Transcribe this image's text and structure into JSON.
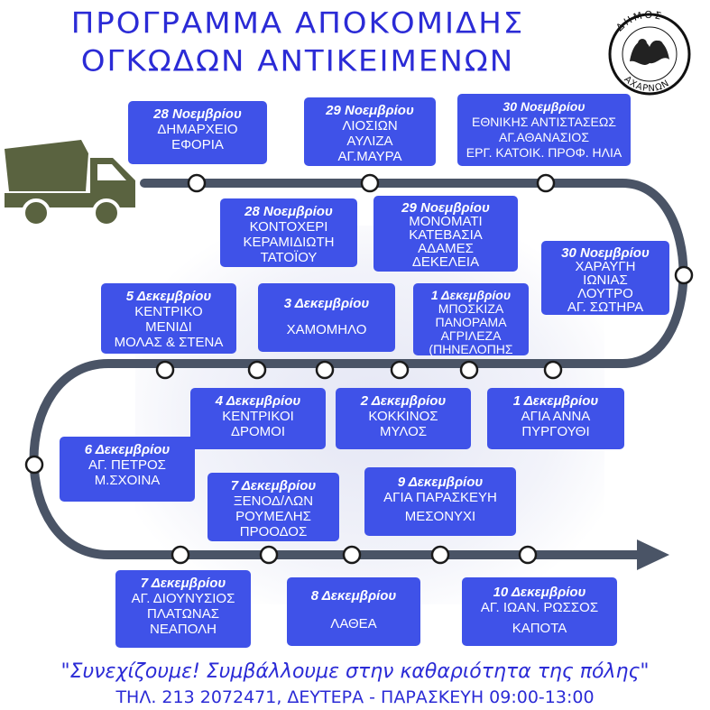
{
  "title": {
    "line1": "ΠΡΟΓΡΑΜΜΑ ΑΠΟΚΟΜΙΔΗΣ",
    "line2": "ΟΓΚΩΔΩΝ ΑΝΤΙΚΕΙΜΕΝΩΝ"
  },
  "logo": {
    "text": "ΔΗΜΟΣ ΑΧΑΡΝΩΝ",
    "icon": "municipality-seal"
  },
  "colors": {
    "accent": "#3f52e8",
    "title": "#2b2bd6",
    "road": "#4a5466",
    "truck": "#5a6340"
  },
  "schedule": [
    {
      "date": "28 Νοεμβρίου",
      "places": [
        "ΔΗΜΑΡΧΕΙΟ",
        "ΕΦΟΡΙΑ"
      ]
    },
    {
      "date": "29 Νοεμβρίου",
      "places": [
        "ΛΙΟΣΙΩΝ",
        "ΑΥΛΙΖΑ",
        "ΑΓ.ΜΑΥΡΑ"
      ]
    },
    {
      "date": "30 Νοεμβρίου",
      "places": [
        "ΕΘΝΙΚΗΣ ΑΝΤΙΣΤΑΣΕΩΣ",
        "ΑΓ.ΑΘΑΝΑΣΙΟΣ",
        "ΕΡΓ. ΚΑΤΟΙΚ. ΠΡΟΦ. ΗΛΙΑ"
      ]
    },
    {
      "date": "28 Νοεμβρίου",
      "places": [
        "ΚΟΝΤΟΧΕΡΙ",
        "ΚΕΡΑΜΙΔΙΩΤΗ",
        "ΤΑΤΟΪΟΥ"
      ]
    },
    {
      "date": "29 Νοεμβρίου",
      "places": [
        "ΜΟΝΟΜΑΤΙ",
        "ΚΑΤΕΒΑΣΙΑ",
        "ΑΔΑΜΕΣ",
        "ΔΕΚΕΛΕΙΑ"
      ]
    },
    {
      "date": "30 Νοεμβρίου",
      "places": [
        "ΧΑΡΑΥΓΗ",
        "ΙΩΝΙΑΣ",
        "ΛΟΥΤΡΟ",
        "ΑΓ. ΣΩΤΗΡΑ"
      ]
    },
    {
      "date": "5 Δεκεμβρίου",
      "places": [
        "ΚΕΝΤΡΙΚΟ",
        "ΜΕΝΙΔΙ",
        "ΜΟΛΑΣ & ΣΤΕΝΑ"
      ]
    },
    {
      "date": "3 Δεκεμβρίου",
      "places": [
        "ΧΑΜΟΜΗΛΟ"
      ]
    },
    {
      "date": "1 Δεκεμβρίου",
      "places": [
        "ΜΠΟΣΚΙΖΑ",
        "ΠΑΝΟΡΑΜΑ",
        "ΑΓΡΙΛΕΖΑ",
        "(ΠΗΝΕΛΟΠΗΣ"
      ]
    },
    {
      "date": "4 Δεκεμβρίου",
      "places": [
        "ΚΕΝΤΡΙΚΟΙ",
        "ΔΡΟΜΟΙ"
      ]
    },
    {
      "date": "2 Δεκεμβρίου",
      "places": [
        "ΚΟΚΚΙΝΟΣ",
        "ΜΥΛΟΣ"
      ]
    },
    {
      "date": "1 Δεκεμβρίου",
      "places": [
        "ΑΓΙΑ ΑΝΝΑ",
        "ΠΥΡΓΟΥΘΙ"
      ]
    },
    {
      "date": "6 Δεκεμβρίου",
      "places": [
        "ΑΓ. ΠΕΤΡΟΣ",
        "Μ.ΣΧΟΙΝΑ"
      ]
    },
    {
      "date": "7 Δεκεμβρίου",
      "places": [
        "ΞΕΝΟΔ/ΛΩΝ",
        "ΡΟΥΜΕΛΗΣ",
        "ΠΡΟΟΔΟΣ"
      ]
    },
    {
      "date": "9 Δεκεμβρίου",
      "places": [
        "ΑΓΙΑ ΠΑΡΑΣΚΕΥΗ",
        "ΜΕΣΟΝΥΧΙ"
      ]
    },
    {
      "date": "7 Δεκεμβρίου",
      "places": [
        "ΑΓ. ΔΙΟΥΝΥΣΙΟΣ",
        "ΠΛΑΤΩΝΑΣ",
        "ΝΕΑΠΟΛΗ"
      ]
    },
    {
      "date": "8 Δεκεμβρίου",
      "places": [
        "ΛΑΘΕΑ"
      ]
    },
    {
      "date": "10 Δεκεμβρίου",
      "places": [
        "ΑΓ. ΙΩΑΝ. ΡΩΣΣΟΣ",
        "ΚΑΠΟΤΑ"
      ]
    }
  ],
  "footer": {
    "quote": "\"Συνεχίζουμε! Συμβάλλουμε στην καθαριότητα της πόλης\"",
    "contact": "ΤΗΛ. 213 2072471, ΔΕΥΤΕΡΑ - ΠΑΡΑΣΚΕΥΗ  09:00-13:00"
  }
}
